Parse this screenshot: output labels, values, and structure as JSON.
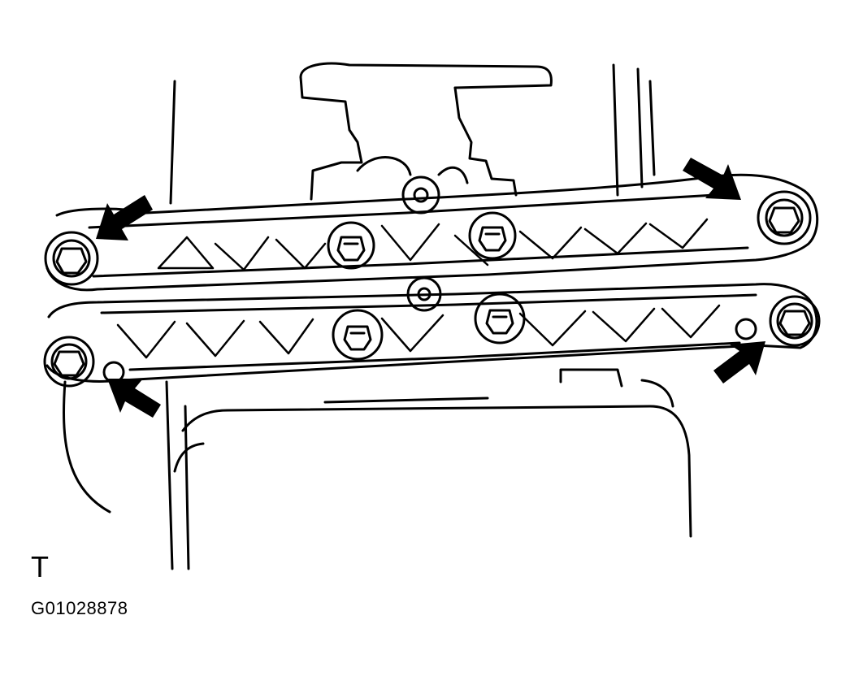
{
  "diagram": {
    "view_letter": "T",
    "figure_code": "G01028878",
    "colors": {
      "line": "#000000",
      "fill": "#ffffff",
      "arrow": "#000000"
    },
    "callout_arrow_count": 4,
    "bolts": {
      "outer": 4,
      "inner": 4
    }
  }
}
